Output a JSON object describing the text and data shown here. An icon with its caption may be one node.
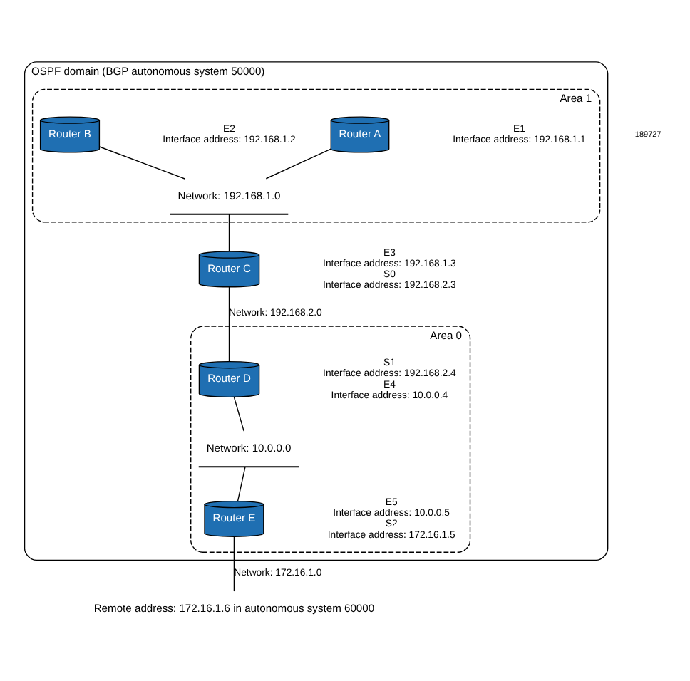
{
  "diagram": {
    "nodes": [
      {
        "text": [
          "OSPF domain (BGP autonomous system 50000)"
        ]
      },
      {
        "text": [
          "Area 1"
        ],
        "in": 0
      },
      {
        "text": [
          "Router A"
        ],
        "in": 1,
        "beside": [
          "E1",
          "Interface address: 192.168.1.1"
        ]
      },
      {
        "text": [
          "Router B"
        ],
        "in": 1,
        "beside": [
          "E2",
          "Interface address: 192.168.1.2"
        ]
      },
      {
        "text": [
          "Network: 192.168.1.0"
        ],
        "in": 1
      },
      {
        "text": [
          "Router C"
        ],
        "in": 0,
        "beside": [
          "E3",
          "Interface address: 192.168.1.3",
          "S0",
          "Interface address: 192.168.2.3"
        ]
      },
      {
        "text": [
          "Area 0"
        ],
        "in": 0
      },
      {
        "text": [
          "Router D"
        ],
        "in": 6,
        "beside": [
          "S1",
          "Interface address: 192.168.2.4",
          "E4",
          "Interface address: 10.0.0.4"
        ]
      },
      {
        "text": [
          "Network: 10.0.0.0"
        ],
        "in": 6
      },
      {
        "text": [
          "Router E"
        ],
        "in": 6,
        "beside": [
          "E5",
          "Interface address: 10.0.0.5",
          "S2",
          "Interface address: 172.16.1.5"
        ]
      },
      {
        "text": [
          "Remote address: 172.16.1.6 in autonomous system 60000"
        ]
      }
    ],
    "edges": [
      {
        "from": 2,
        "to": 4,
        "arrow": "none"
      },
      {
        "from": 3,
        "to": 4,
        "arrow": "none"
      },
      {
        "from": 4,
        "to": 5,
        "arrow": "none"
      },
      {
        "from": 5,
        "to": 7,
        "arrow": "none",
        "label": "Network: 192.168.2.0"
      },
      {
        "from": 7,
        "to": 8,
        "arrow": "none"
      },
      {
        "from": 8,
        "to": 9,
        "arrow": "none"
      },
      {
        "from": 9,
        "to": 10,
        "arrow": "none",
        "label": "Network: 172.16.1.0"
      }
    ],
    "labels": [
      "189727"
    ]
  }
}
